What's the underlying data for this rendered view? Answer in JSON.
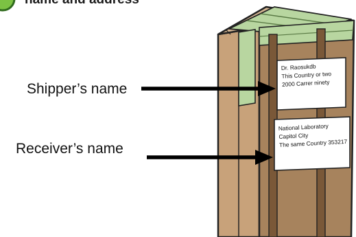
{
  "heading": {
    "text": "name and address",
    "badge_color": "#7cc243"
  },
  "callouts": {
    "shipper": "Shipper’s name",
    "receiver": "Receiver’s name"
  },
  "shipper_label": {
    "lines": [
      "Dr. Raosukdb",
      "This Country or two",
      "2000 Carrer ninety"
    ]
  },
  "receiver_label": {
    "lines": [
      "National Laboratory",
      "Capitol City",
      "The same Country 353217"
    ]
  },
  "colors": {
    "box_front": "#c8a27a",
    "box_side": "#a7835d",
    "box_top": "#d6b793",
    "tape": "#b8d6a0",
    "arrow": "#000000"
  }
}
